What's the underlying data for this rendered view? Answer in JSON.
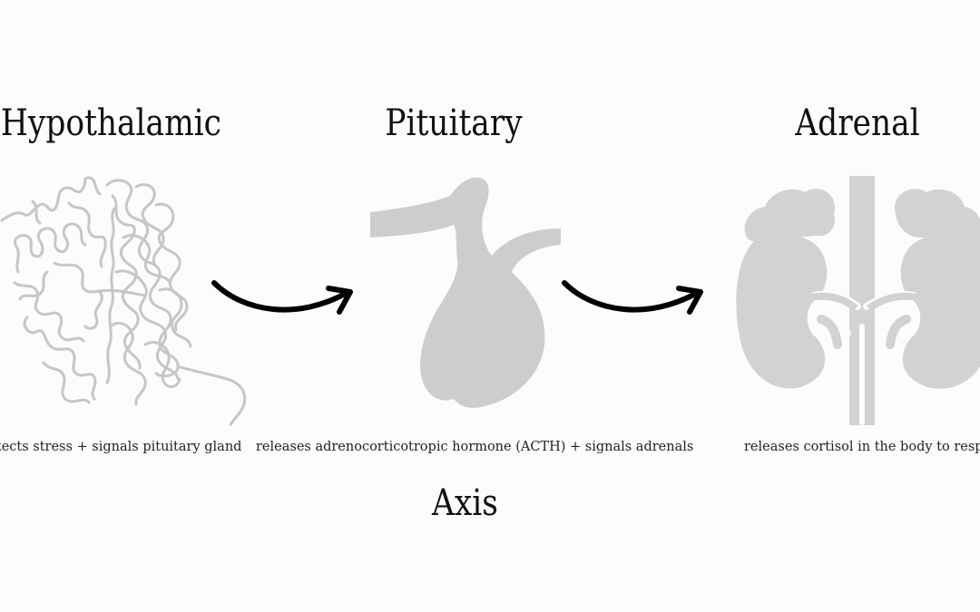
{
  "titles": {
    "hypothalamic": "Hypothalamic",
    "pituitary": "Pituitary",
    "adrenal": "Adrenal",
    "axis": "Axis"
  },
  "captions": {
    "hypothalamic": "detects stress + signals pituitary gland",
    "pituitary": "releases adrenocorticotropic hormone (ACTH) + signals adrenals",
    "adrenal": "releases cortisol in the body to respond to stress"
  },
  "icons": {
    "brain": "brain-icon",
    "pituitary": "pituitary-gland-icon",
    "adrenal": "kidneys-adrenal-icon",
    "arrows": "curved-arrow-icon"
  },
  "colors": {
    "background": "#fcfcfc",
    "illustration": "#cdcdcb",
    "brain_line": "#c4c4c2",
    "text": "#111111",
    "arrow": "#000000"
  }
}
